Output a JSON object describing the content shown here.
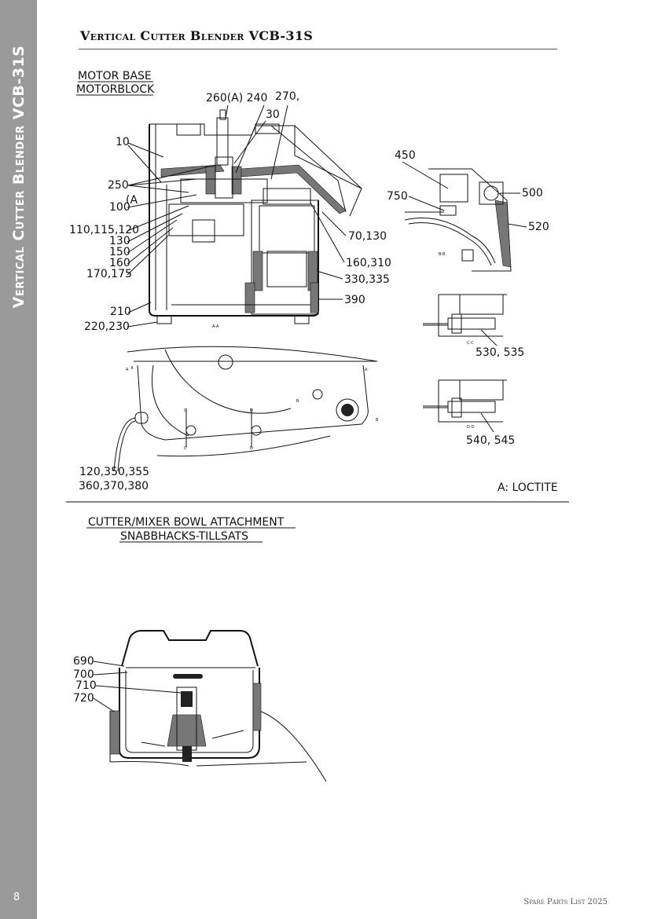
{
  "sidebar": {
    "title": "Vertical Cutter Blender VCB-31S",
    "page_number": "8"
  },
  "header": {
    "title": "Vertical Cutter Blender VCB-31S"
  },
  "footer": {
    "text": "Spare Parts List 2025"
  },
  "motor_base": {
    "title_en": "MOTOR BASE",
    "title_sv": "MOTORBLOCK",
    "section_label": "A-A",
    "callouts": {
      "c260_240": "260(A) 240",
      "c270": "270,",
      "c30": "30",
      "c10": "10",
      "c250": "250",
      "cA": "(A",
      "c100": "100",
      "c110": "110,115,120",
      "c130": "130",
      "c150": "150",
      "c160": "160",
      "c170": "170,175",
      "c210": "210",
      "c220": "220,230",
      "c70": "70,130",
      "c160_310": "160,310",
      "c330": "330,335",
      "c390": "390",
      "c450": "450",
      "c750": "750",
      "c500": "500",
      "c520": "520",
      "c530": "530, 535",
      "c540": "540, 545",
      "c120": "120,350,355",
      "c360": "360,370,380"
    },
    "mini_labels": {
      "bb": "B-B",
      "cc": "C-C",
      "dd": "D-D",
      "a": "A",
      "b": "B",
      "c": "C",
      "d": "D"
    },
    "note": "A: LOCTITE"
  },
  "bowl": {
    "title_en": "CUTTER/MIXER BOWL ATTACHMENT",
    "title_sv": "SNABBHACKS-TILLSATS",
    "callouts": {
      "c690": "690",
      "c700": "700",
      "c710": "710",
      "c720": "720"
    }
  }
}
